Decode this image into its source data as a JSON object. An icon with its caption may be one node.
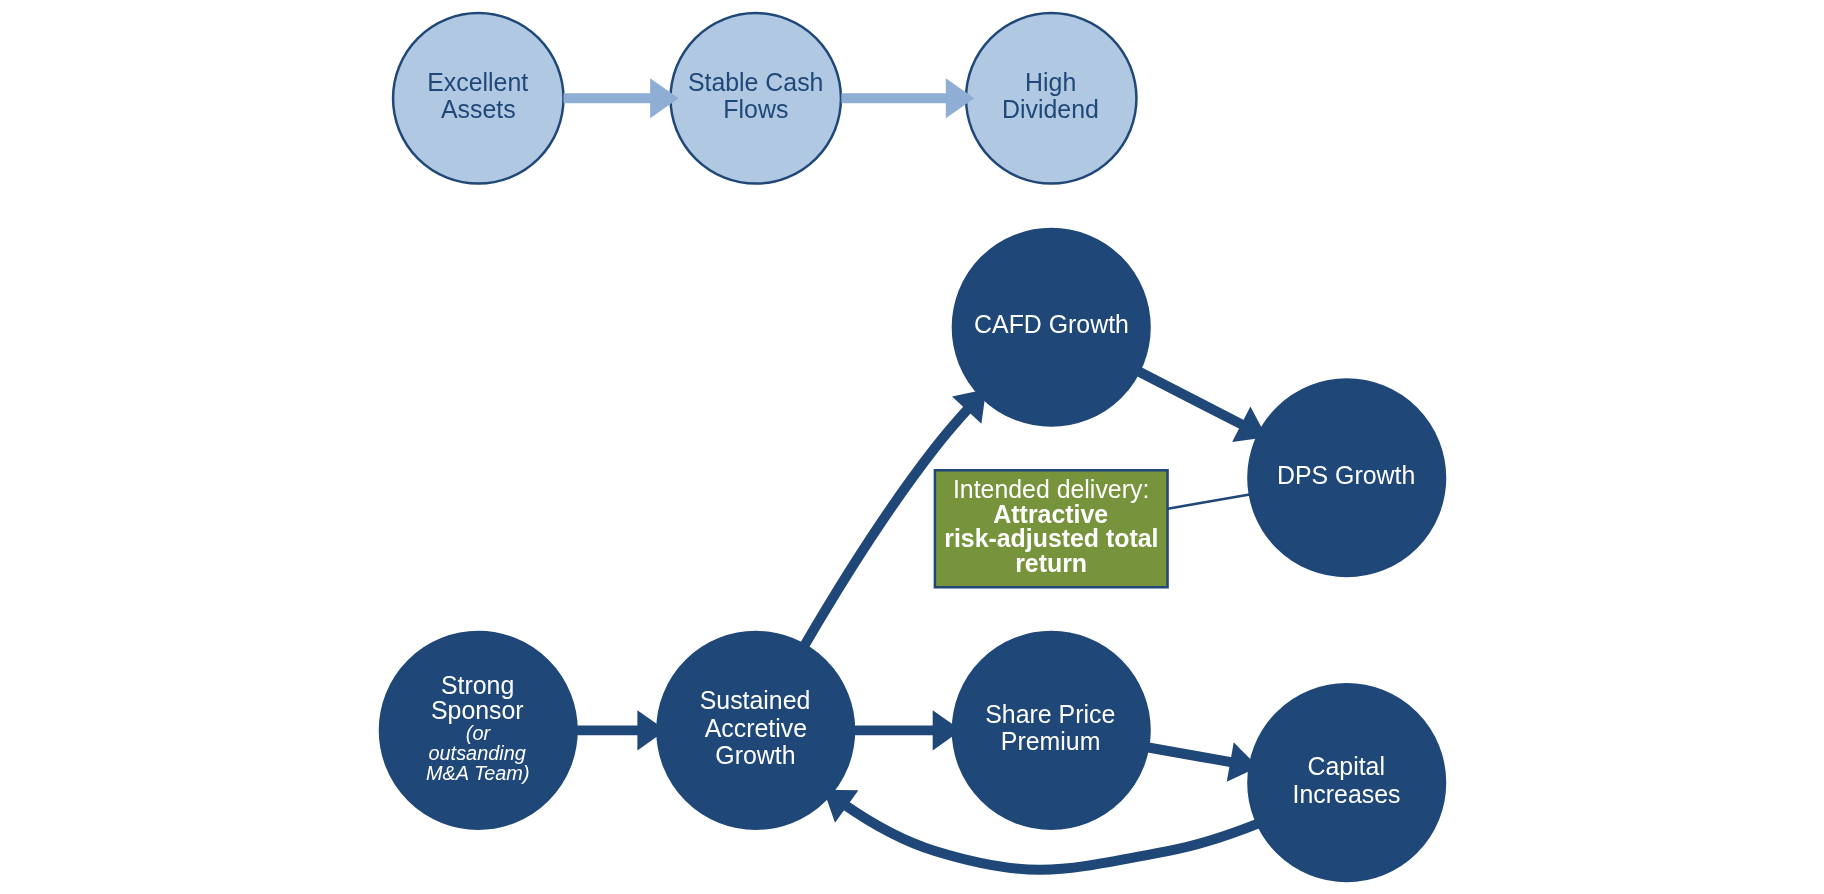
{
  "diagram": {
    "nodes": [
      {
        "text": [
          "Strong Sponsor",
          "(or outsanding M&A Team)"
        ]
      },
      {
        "text": [
          "Excellent Assets"
        ]
      },
      {
        "text": [
          "Sustained Accretive Growth"
        ]
      },
      {
        "text": [
          "Stable Cash Flows"
        ]
      },
      {
        "text": [
          "CAFD Growth"
        ]
      },
      {
        "text": [
          "High Dividend"
        ]
      },
      {
        "text": [
          "DPS Growth"
        ]
      },
      {
        "text": [
          "Share Price Premium"
        ]
      },
      {
        "text": [
          "Capital Increases"
        ]
      },
      {
        "text": [
          "Intended delivery:",
          "Attractive risk-adjusted total return"
        ]
      }
    ],
    "edges": [
      {
        "from": 0,
        "to": 2,
        "arrow": "to"
      },
      {
        "from": 1,
        "to": 3,
        "arrow": "to",
        "color": "#8faed4"
      },
      {
        "from": 2,
        "to": 4,
        "arrow": "to"
      },
      {
        "from": 3,
        "to": 5,
        "arrow": "to",
        "color": "#8faed4"
      },
      {
        "from": 4,
        "to": 6,
        "arrow": "to"
      },
      {
        "from": 2,
        "to": 7,
        "arrow": "to"
      },
      {
        "from": 7,
        "to": 8,
        "arrow": "to"
      },
      {
        "from": 8,
        "to": 2,
        "arrow": "to"
      },
      {
        "from": 9,
        "to": 6,
        "arrow": "none"
      }
    ]
  }
}
